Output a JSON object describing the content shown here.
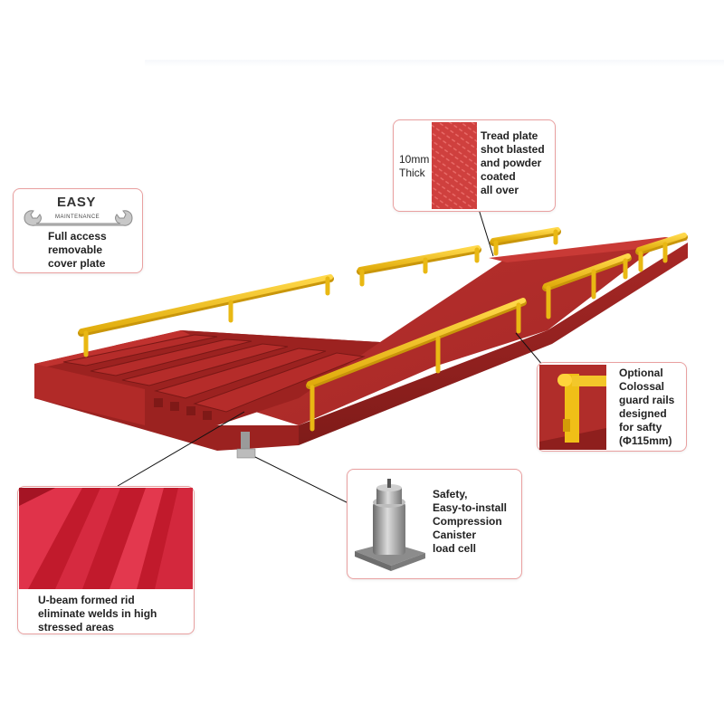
{
  "callouts": {
    "easy": {
      "badge_title": "EASY",
      "badge_subtitle": "MAINTENANCE",
      "text": "Full access\nremovable\ncover plate",
      "icon": "wrench-icon"
    },
    "tread": {
      "thickness_label": "10mm\nThick",
      "text": "Tread plate\nshot blasted\nand powder\ncoated\nall over"
    },
    "rails": {
      "text": "Optional\nColossal\nguard rails\ndesigned\nfor safty\n(Φ115mm)"
    },
    "loadcell": {
      "text": "Safety,\nEasy-to-install\nCompression\nCanister\nload cell"
    },
    "ubeam": {
      "text": "U-beam formed rid\neliminate welds in high\nstressed areas"
    }
  },
  "colors": {
    "deck_red": "#b52c2a",
    "deck_dark": "#8e1f1d",
    "rail_yellow": "#f2c21a",
    "callout_border": "#e9a0a0"
  }
}
